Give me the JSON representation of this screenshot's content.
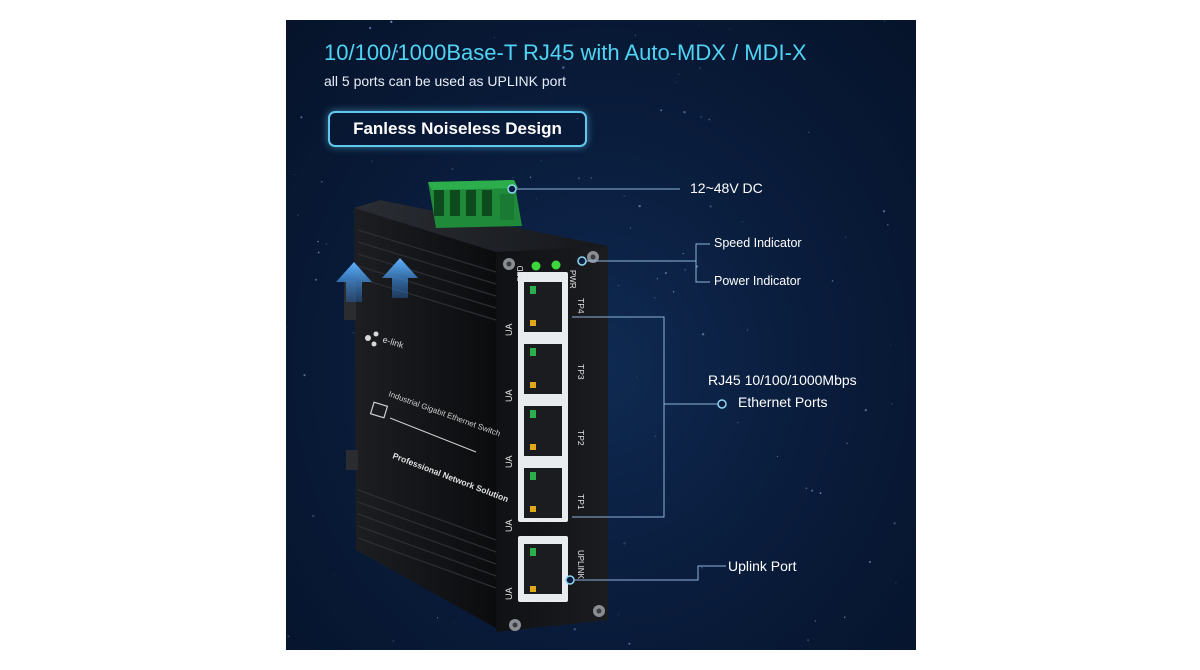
{
  "headline": "10/100/1000Base-T RJ45 with Auto-MDX / MDI-X",
  "subline": "all 5 ports can be used as UPLINK port",
  "badge": "Fanless Noiseless Design",
  "callouts": {
    "power_input": "12~48V DC",
    "speed_indicator": "Speed Indicator",
    "power_indicator": "Power Indicator",
    "ports_line1": "RJ45 10/100/1000Mbps",
    "ports_line2": "Ethernet Ports",
    "uplink": "Uplink Port"
  },
  "device": {
    "brand": "e-link",
    "model_text": "Industrial Gigabit Ethernet Switch",
    "tagline": "Professional Network Solution",
    "led_labels": [
      "SPD",
      "PWR"
    ],
    "port_labels": [
      "TP4",
      "TP3",
      "TP2",
      "TP1",
      "UPLINK"
    ],
    "side_marking": "UA"
  },
  "colors": {
    "headline": "#4fd4f4",
    "accent_line": "#5fc8ec",
    "background": "#0a1d3d",
    "led_green": "#3dd63d",
    "airflow_arrow": "#3a8fdc"
  }
}
